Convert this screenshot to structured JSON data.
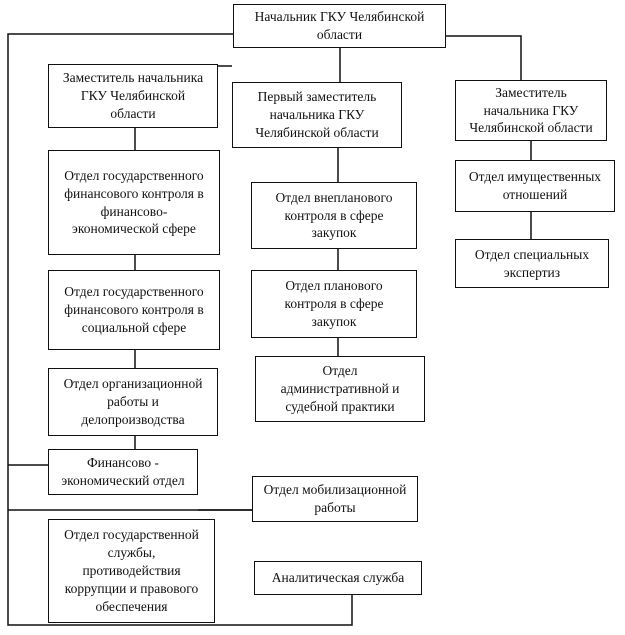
{
  "nodes": {
    "head": "Начальник ГКУ Челябинской\nобласти",
    "deputy_left": "Заместитель начальника\nГКУ Челябинской\nобласти",
    "first_deputy": "Первый заместитель\nначальника ГКУ\nЧелябинской области",
    "deputy_right": "Заместитель\nначальника ГКУ\nЧелябинской области",
    "dept_fin_econ_control": "Отдел государственного\nфинансового контроля в\nфинансово-\nэкономической сфере",
    "dept_social_control": "Отдел государственного\nфинансового контроля в\nсоциальной сфере",
    "dept_org_work": "Отдел организационной\nработы и\nделопроизводства",
    "dept_fin_econ": "Финансово -\nэкономический отдел",
    "dept_civil_service": "Отдел государственной\nслужбы,\nпротиводействия\nкоррупции и правового\nобеспечения",
    "dept_unplanned_control": "Отдел внепланового\nконтроля в сфере\nзакупок",
    "dept_planned_control": "Отдел планового\nконтроля в сфере\nзакупок",
    "dept_admin_judicial": "Отдел\nадминистративной и\nсудебной практики",
    "dept_mobilization": "Отдел мобилизационной\nработы",
    "dept_analytics": "Аналитическая служба",
    "dept_property": "Отдел имущественных\nотношений",
    "dept_expertise": "Отдел специальных\nэкспертиз"
  }
}
